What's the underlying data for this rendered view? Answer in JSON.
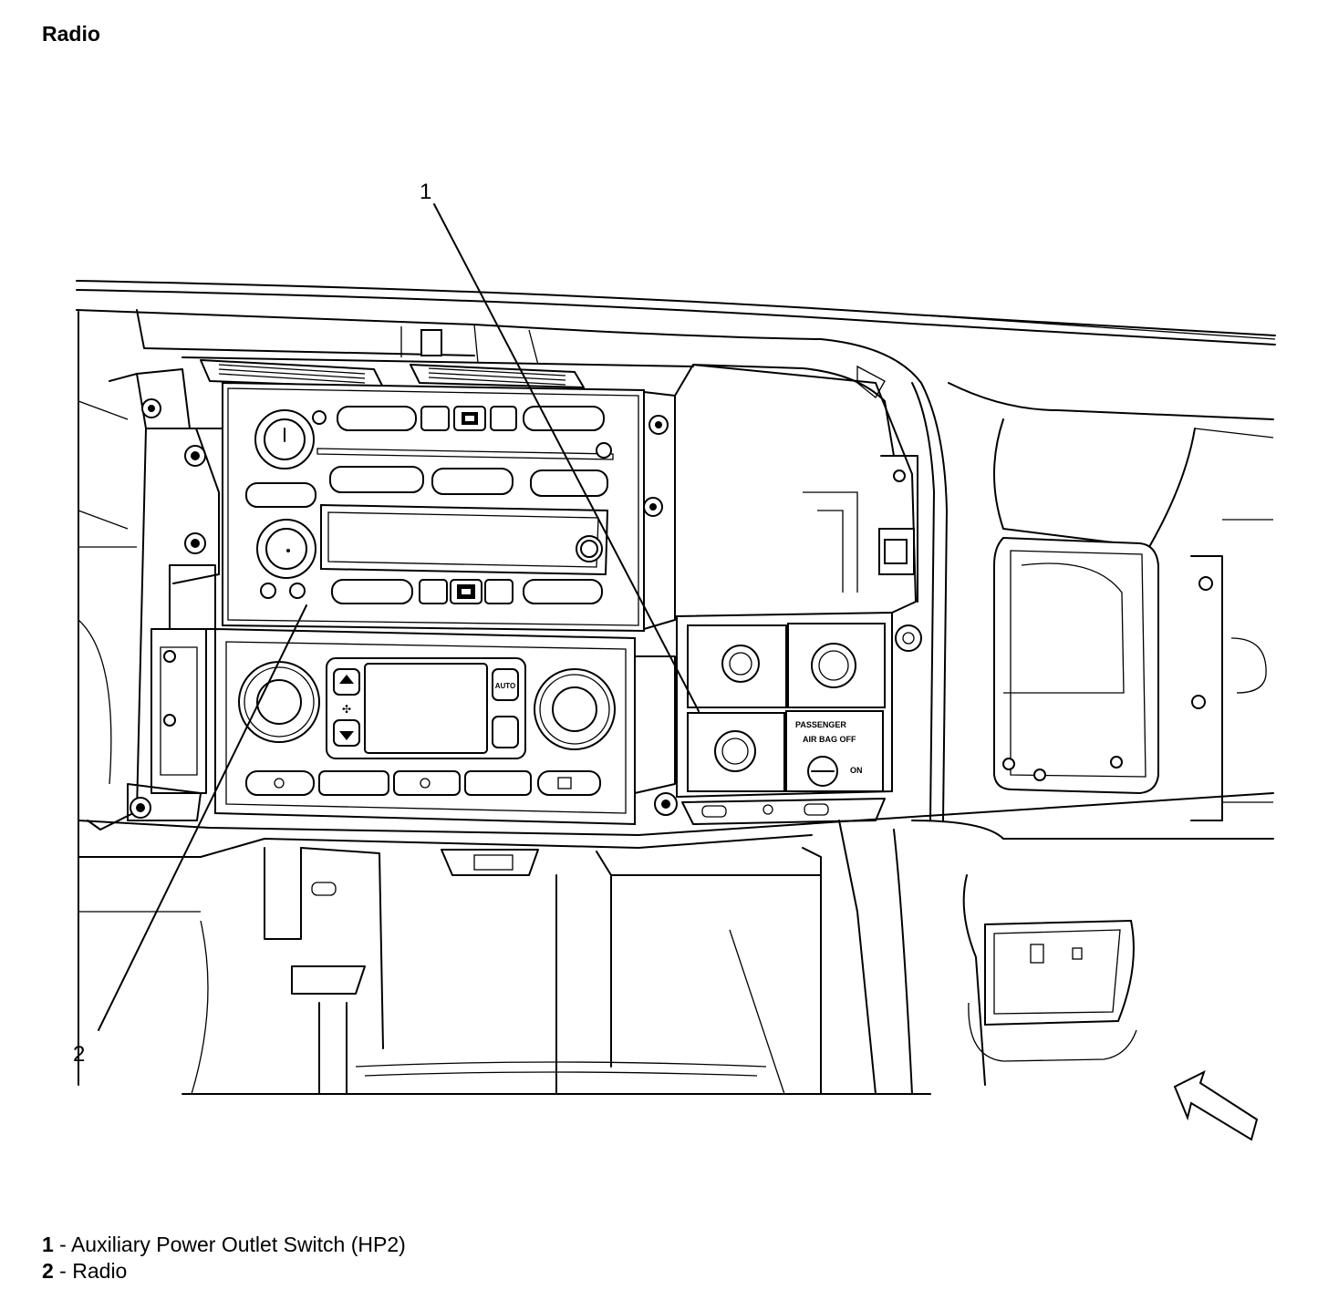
{
  "page_title": "Radio",
  "callouts": [
    {
      "number": "1",
      "label": "Auxiliary Power Outlet Switch (HP2)"
    },
    {
      "number": "2",
      "label": "Radio"
    }
  ],
  "diagram_text": {
    "airbag_line1": "PASSENGER",
    "airbag_line2": "AIR BAG OFF",
    "airbag_on": "ON",
    "hvac_auto": "AUTO"
  }
}
